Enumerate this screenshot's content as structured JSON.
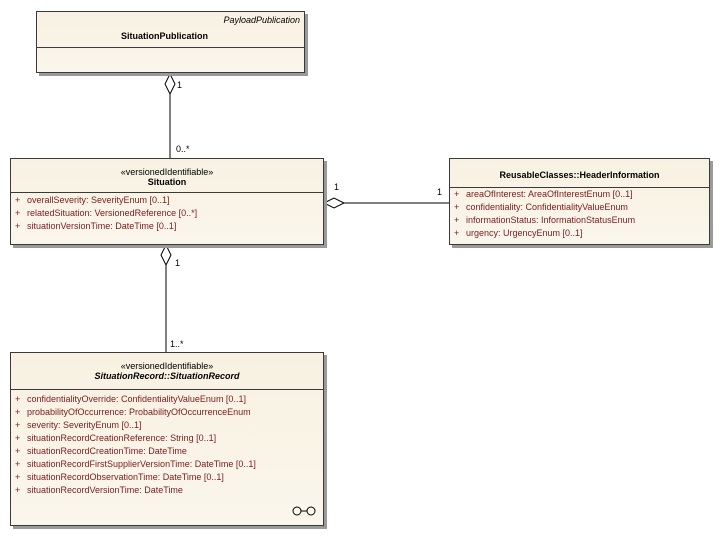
{
  "classes": {
    "payload": {
      "parent": "PayloadPublication",
      "name": "SituationPublication",
      "attributes": []
    },
    "situation": {
      "stereotype": "«versionedIdentifiable»",
      "name": "Situation",
      "attributes": [
        "overallSeverity:  SeverityEnum [0..1]",
        "relatedSituation:  VersionedReference [0..*]",
        "situationVersionTime:  DateTime [0..1]"
      ]
    },
    "header": {
      "name": "ReusableClasses::HeaderInformation",
      "attributes": [
        "areaOfInterest:  AreaOfInterestEnum [0..1]",
        "confidentiality:  ConfidentialityValueEnum",
        "informationStatus:  InformationStatusEnum",
        "urgency:  UrgencyEnum [0..1]"
      ]
    },
    "record": {
      "stereotype": "«versionedIdentifiable»",
      "name": "SituationRecord::SituationRecord",
      "attributes": [
        "confidentialityOverride:  ConfidentialityValueEnum [0..1]",
        "probabilityOfOccurrence:  ProbabilityOfOccurrenceEnum",
        "severity:  SeverityEnum [0..1]",
        "situationRecordCreationReference:  String [0..1]",
        "situationRecordCreationTime:  DateTime",
        "situationRecordFirstSupplierVersionTime:  DateTime [0..1]",
        "situationRecordObservationTime:  DateTime [0..1]",
        "situationRecordVersionTime:  DateTime"
      ]
    }
  },
  "visibility_marker": "+",
  "multiplicities": {
    "pub_situation_top": "1",
    "pub_situation_bottom": "0..*",
    "situation_header_left": "1",
    "situation_header_right": "1",
    "situation_record_top": "1",
    "situation_record_bottom": "1..*"
  }
}
